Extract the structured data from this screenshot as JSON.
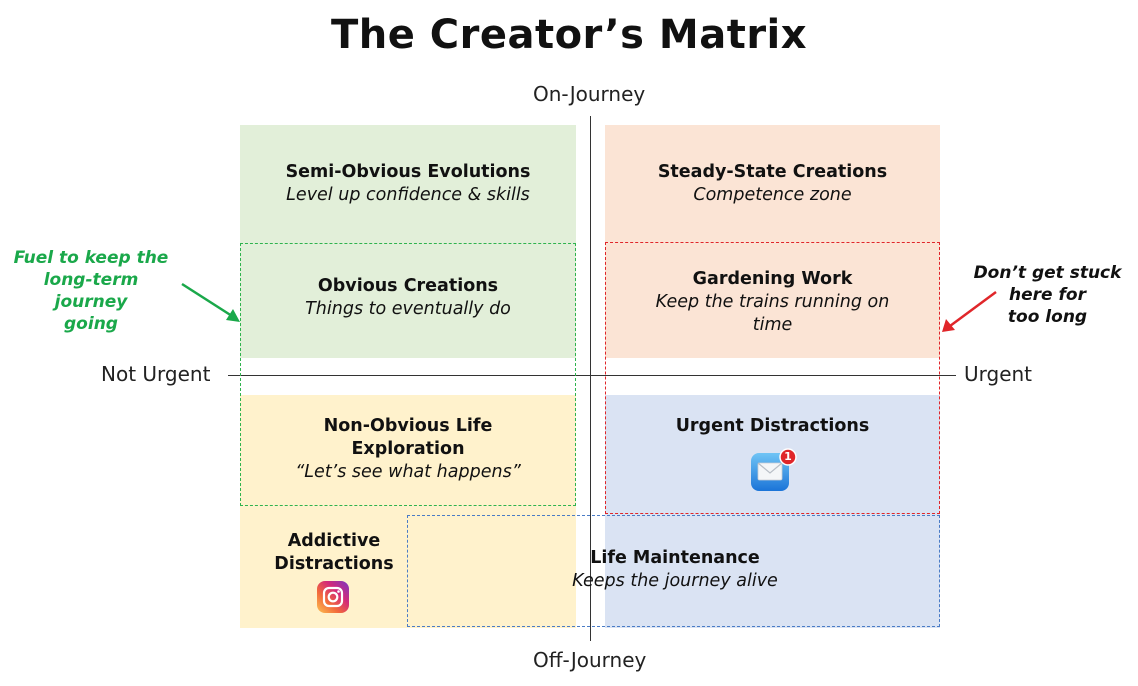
{
  "title": "The Creator’s Matrix",
  "axes": {
    "top": "On-Journey",
    "bottom": "Off-Journey",
    "left": "Not Urgent",
    "right": "Urgent"
  },
  "cells": {
    "semi_obvious": {
      "title": "Semi-Obvious Evolutions",
      "subtitle": "Level up confidence & skills"
    },
    "steady_state": {
      "title": "Steady-State Creations",
      "subtitle": "Competence zone"
    },
    "obvious": {
      "title": "Obvious Creations",
      "subtitle": "Things to eventually do"
    },
    "gardening": {
      "title": "Gardening Work",
      "subtitle_line1": "Keep the trains running on",
      "subtitle_line2": "time"
    },
    "non_obvious": {
      "title_line1": "Non-Obvious Life",
      "title_line2": "Exploration",
      "subtitle": "“Let’s see what happens”"
    },
    "urgent_distractions": {
      "title": "Urgent Distractions",
      "icon": "mail-icon",
      "badge": "1"
    },
    "addictive": {
      "title_line1": "Addictive",
      "title_line2": "Distractions",
      "icon": "instagram-icon"
    },
    "life_maintenance": {
      "title": "Life Maintenance",
      "subtitle": "Keeps the journey alive"
    }
  },
  "notes": {
    "left": {
      "line1": "Fuel to keep the",
      "line2": "long-term journey",
      "line3": "going",
      "color": "#1aa84a"
    },
    "right": {
      "line1": "Don’t get stuck",
      "line2": "here for",
      "line3": "too long",
      "color": "#e0262a"
    }
  },
  "colors": {
    "green": "#e2efd9",
    "peach": "#fbe4d5",
    "yellow": "#fff2cc",
    "blue": "#dae3f3"
  }
}
